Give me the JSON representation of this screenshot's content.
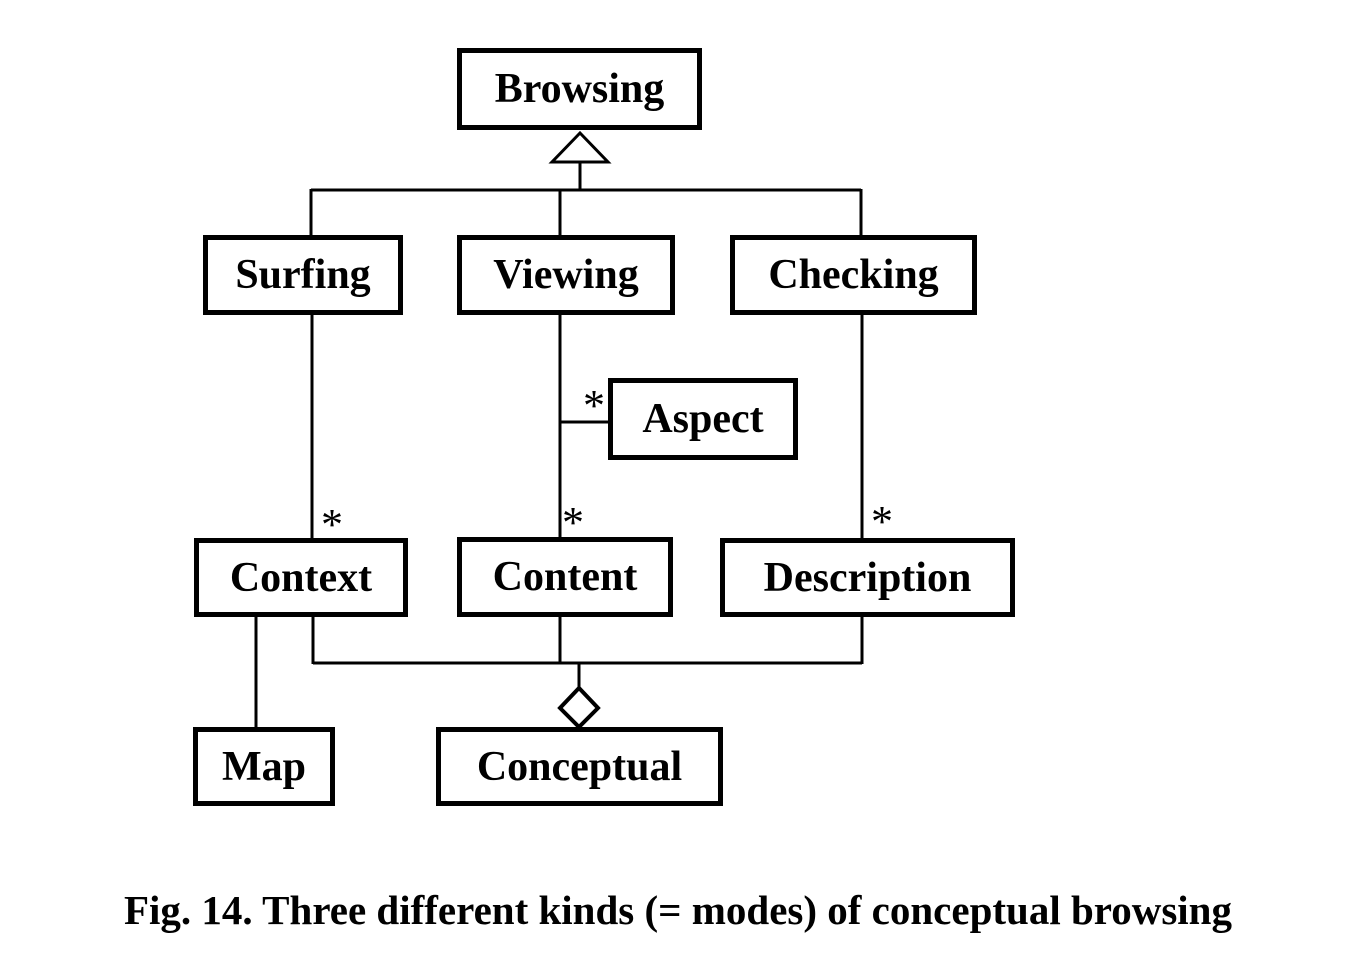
{
  "figure": {
    "caption": "Fig. 14. Three different kinds (= modes) of conceptual browsing"
  },
  "diagram": {
    "type": "uml-class-hierarchy",
    "nodes": {
      "browsing": "Browsing",
      "surfing": "Surfing",
      "viewing": "Viewing",
      "checking": "Checking",
      "aspect": "Aspect",
      "context": "Context",
      "content": "Content",
      "description": "Description",
      "map": "Map",
      "conceptual": "Conceptual"
    },
    "multiplicities": {
      "aspect": "*",
      "context": "*",
      "content": "*",
      "description": "*"
    },
    "relations": {
      "generalization": "Surfing, Viewing, Checking inherit from Browsing",
      "aggregation": "Context, Content, Description aggregate into Conceptual",
      "associations": "Viewing-Aspect, Surfing-Context, Viewing-Content, Checking-Description, Context-Map"
    },
    "colors": {
      "line": "#000000",
      "fill": "#ffffff",
      "text": "#000000",
      "background": "#ffffff"
    }
  }
}
